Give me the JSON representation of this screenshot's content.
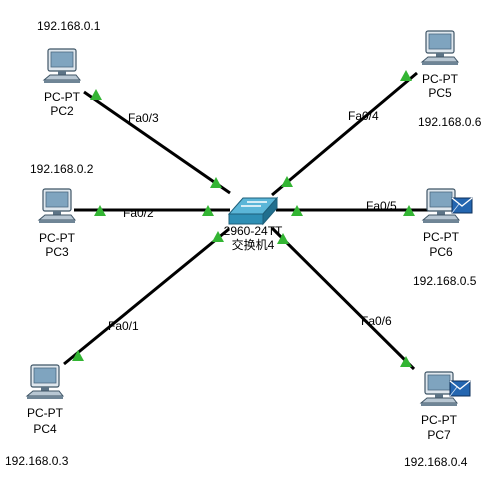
{
  "switch": {
    "model": "2960-24TT",
    "name": "交换机4"
  },
  "pcs": [
    {
      "id": "pc2",
      "model": "PC-PT",
      "name": "PC2",
      "ip": "192.168.0.1",
      "port": "Fa0/3",
      "has_message": false
    },
    {
      "id": "pc3",
      "model": "PC-PT",
      "name": "PC3",
      "ip": "192.168.0.2",
      "port": "Fa0/2",
      "has_message": false
    },
    {
      "id": "pc4",
      "model": "PC-PT",
      "name": "PC4",
      "ip": "192.168.0.3",
      "port": "Fa0/1",
      "has_message": false
    },
    {
      "id": "pc5",
      "model": "PC-PT",
      "name": "PC5",
      "ip": "192.168.0.6",
      "port": "Fa0/4",
      "has_message": false
    },
    {
      "id": "pc6",
      "model": "PC-PT",
      "name": "PC6",
      "ip": "192.168.0.5",
      "port": "Fa0/5",
      "has_message": true
    },
    {
      "id": "pc7",
      "model": "PC-PT",
      "name": "PC7",
      "ip": "192.168.0.4",
      "port": "Fa0/6",
      "has_message": true
    }
  ],
  "link_status": "up",
  "colors": {
    "link": "#000000",
    "link_up": "#33b533",
    "switch_body": "#2f8fb5",
    "pc_body": "#9db8cc",
    "envelope": "#2466b0"
  }
}
